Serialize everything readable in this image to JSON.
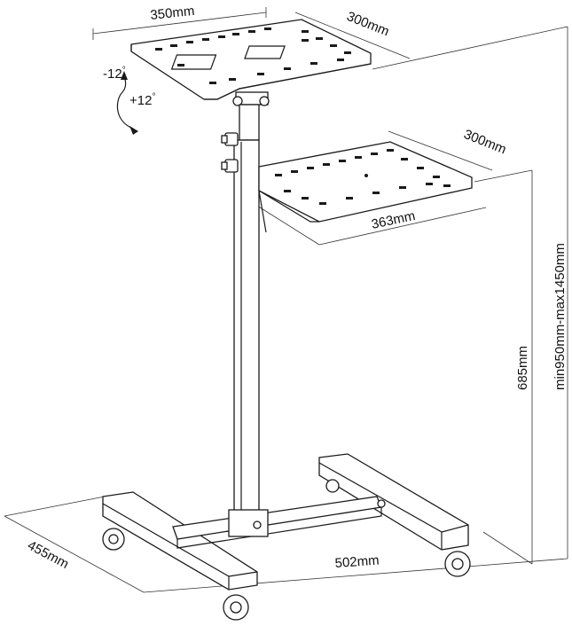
{
  "labels": {
    "top_width": "350mm",
    "top_depth": "300mm",
    "shelf_depth": "300mm",
    "shelf_width": "363mm",
    "tilt_minus": "-12",
    "tilt_plus": "+12",
    "degree_symbol": "°",
    "total_height": "min950mm-max1450mm",
    "shelf_height": "685mm",
    "base_depth": "455mm",
    "base_width": "502mm"
  },
  "colors": {
    "line": "#1a1a1a",
    "background": "#ffffff"
  }
}
